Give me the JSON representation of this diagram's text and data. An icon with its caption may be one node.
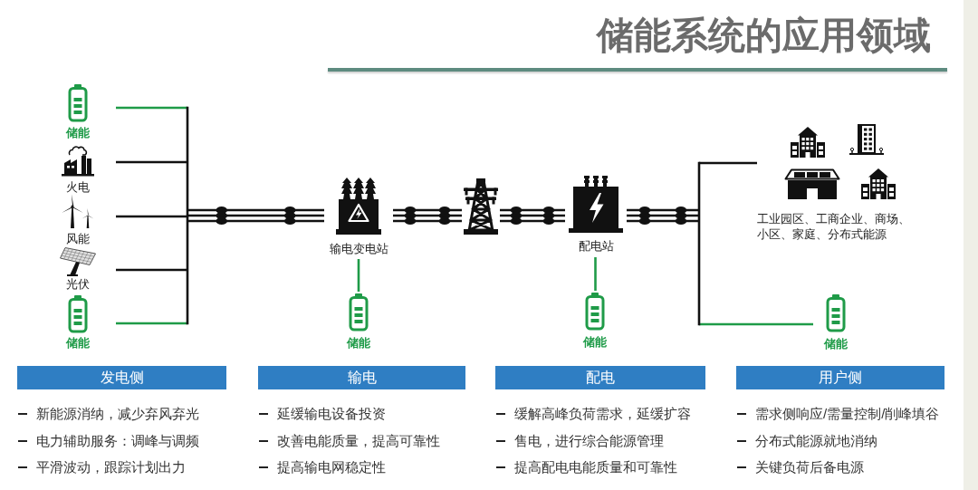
{
  "diagram": {
    "title": "储能系统的应用领域",
    "nodes": [
      {
        "text": [
          "储能"
        ]
      },
      {
        "text": [
          "火电"
        ]
      },
      {
        "text": [
          "风能"
        ]
      },
      {
        "text": [
          "光伏"
        ]
      },
      {
        "text": [
          "储能"
        ]
      },
      {
        "text": [
          "输电变电站"
        ]
      },
      {
        "text": [],
        "shape": "picture"
      },
      {
        "text": [
          "配电站"
        ]
      },
      {
        "text": [
          "工业园区、工商企业、商场、小区、家庭、分布式能源"
        ]
      },
      {
        "text": [
          "储能"
        ]
      },
      {
        "text": [
          "储能"
        ]
      },
      {
        "text": [
          "储能"
        ]
      },
      {
        "text": [
          "发电侧"
        ],
        "beside": [
          "新能源消纳，减少弃风弃光",
          "电力辅助服务：调峰与调频",
          "平滑波动，跟踪计划出力"
        ]
      },
      {
        "text": [
          "输电"
        ],
        "beside": [
          "延缓输电设备投资",
          "改善电能质量，提高可靠性",
          "提高输电网稳定性"
        ]
      },
      {
        "text": [
          "配电"
        ],
        "beside": [
          "缓解高峰负荷需求，延缓扩容",
          "售电，进行综合能源管理",
          "提高配电电能质量和可靠性"
        ]
      },
      {
        "text": [
          "用户侧"
        ],
        "beside": [
          "需求侧响应/需量控制/削峰填谷",
          "分布式能源就地消纳",
          "关键负荷后备电源"
        ]
      }
    ],
    "edges": [
      {
        "from": 0,
        "to": 5,
        "arrow": "none"
      },
      {
        "from": 1,
        "to": 5,
        "arrow": "none"
      },
      {
        "from": 2,
        "to": 5,
        "arrow": "none"
      },
      {
        "from": 3,
        "to": 5,
        "arrow": "none"
      },
      {
        "from": 4,
        "to": 5,
        "arrow": "none"
      },
      {
        "from": 5,
        "to": 6,
        "arrow": "none"
      },
      {
        "from": 6,
        "to": 7,
        "arrow": "none"
      },
      {
        "from": 7,
        "to": 8,
        "arrow": "none"
      },
      {
        "from": 7,
        "to": 11,
        "arrow": "none"
      },
      {
        "from": 5,
        "to": 9,
        "arrow": "none",
        "color": "#1f9b48"
      },
      {
        "from": 7,
        "to": 10,
        "arrow": "none",
        "color": "#1f9b48"
      }
    ]
  }
}
